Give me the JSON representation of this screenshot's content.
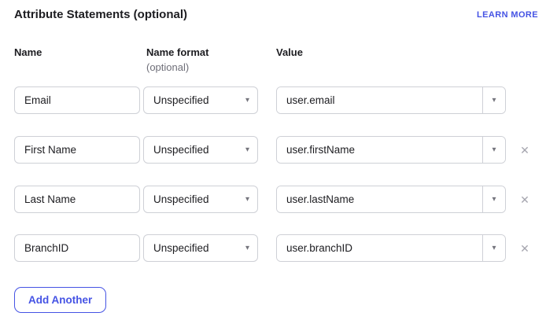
{
  "page": {
    "title": "Attribute Statements (optional)",
    "learn_more_label": "LEARN MORE"
  },
  "columns": {
    "name": "Name",
    "name_format": "Name format",
    "name_format_note": "(optional)",
    "value": "Value"
  },
  "rows": [
    {
      "name": "Email",
      "name_format": "Unspecified",
      "value": "user.email"
    },
    {
      "name": "First Name",
      "name_format": "Unspecified",
      "value": "user.firstName"
    },
    {
      "name": "Last Name",
      "name_format": "Unspecified",
      "value": "user.lastName"
    },
    {
      "name": "BranchID",
      "name_format": "Unspecified",
      "value": "user.branchID"
    }
  ],
  "buttons": {
    "add_another": "Add Another"
  },
  "icons": {
    "dropdown_caret": "▾",
    "remove": "✕"
  },
  "colors": {
    "accent_blue": "#4553e4",
    "text": "#1d1d21",
    "muted": "#6e6e78",
    "border": "#ced0d6",
    "icon_gray": "#a6a6af"
  }
}
